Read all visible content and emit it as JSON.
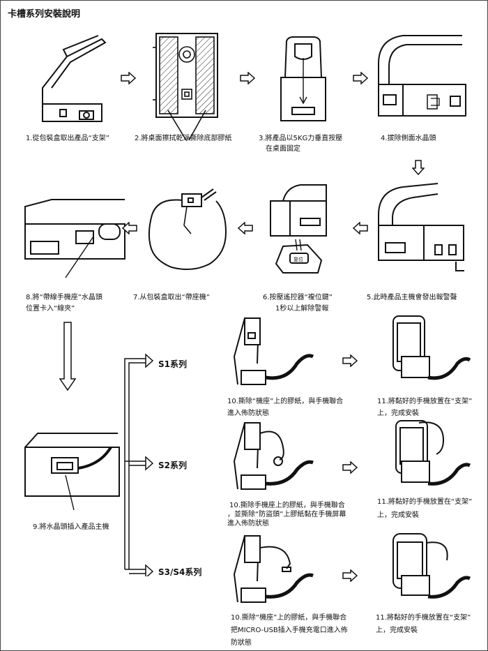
{
  "title": "卡槽系列安裝說明",
  "steps": {
    "s1": "1.從包裝盒取出產品“支架”",
    "s2": "2.將桌面擦拭乾淨撕除底部膠紙",
    "s3a": "3.將產品以5KG力垂直按壓",
    "s3b": "在桌面固定",
    "s4": "4.拔除側面水晶頭",
    "s5": "5.此時產品主機會發出報警聲",
    "s6a": "6.按壓遙控器“複位鍵”",
    "s6b": "1秒以上解除警報",
    "s7": "7.从包裝盒取出“帶座機”",
    "s8a": "8.將“帶線手機座”水晶頭",
    "s8b": "位置卡入“線夾”",
    "s9": "9.將水晶頭插入產品主機"
  },
  "branches": {
    "b1": {
      "label": "S1系列",
      "s10a": "10.撕除“機座”上的膠紙，與手機聯合",
      "s10b": "進入佈防狀態",
      "s11a": "11.將黏好的手機放置在“支架”",
      "s11b": "上，完成安裝"
    },
    "b2": {
      "label": "S2系列",
      "s10a": "10.撕除手機座上的膠紙，與手機聯合",
      "s10b": "，並撕除“防盜頭”上膠紙黏在手機屏幕",
      "s10c": "進入佈防狀態",
      "s11a": "11.將黏好的手機放置在“支架”",
      "s11b": "上，完成安裝"
    },
    "b3": {
      "label": "S3/S4系列",
      "s10a": "10.撕除“機座”上的膠紙，與手機聯合",
      "s10b": "把MICRO-USB插入手機充電口進入佈",
      "s10c": "防狀態",
      "s11a": "11.將黏好的手機放置在“支架”",
      "s11b": "上，完成安裝"
    }
  },
  "remote": {
    "button_label": "复位"
  }
}
